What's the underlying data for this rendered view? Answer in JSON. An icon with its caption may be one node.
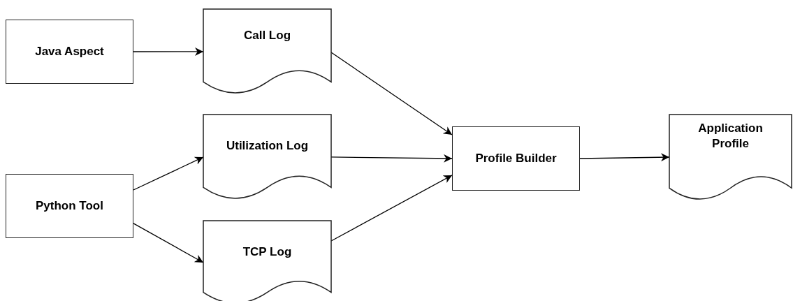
{
  "diagram": {
    "nodes": [
      {
        "text": [
          "Java Aspect"
        ]
      },
      {
        "text": [
          "Call Log"
        ]
      },
      {
        "text": [
          "Utilization Log"
        ]
      },
      {
        "text": [
          "Python Tool"
        ]
      },
      {
        "text": [
          "TCP Log"
        ]
      },
      {
        "text": [
          "Profile Builder"
        ]
      },
      {
        "text": [
          "Application Profile"
        ]
      }
    ],
    "edges": [
      {
        "from": 0,
        "to": 1,
        "arrow": "to"
      },
      {
        "from": 1,
        "to": 5,
        "arrow": "to"
      },
      {
        "from": 3,
        "to": 2,
        "arrow": "to"
      },
      {
        "from": 3,
        "to": 4,
        "arrow": "to"
      },
      {
        "from": 2,
        "to": 5,
        "arrow": "to"
      },
      {
        "from": 4,
        "to": 5,
        "arrow": "to"
      },
      {
        "from": 5,
        "to": 6,
        "arrow": "to"
      }
    ]
  }
}
